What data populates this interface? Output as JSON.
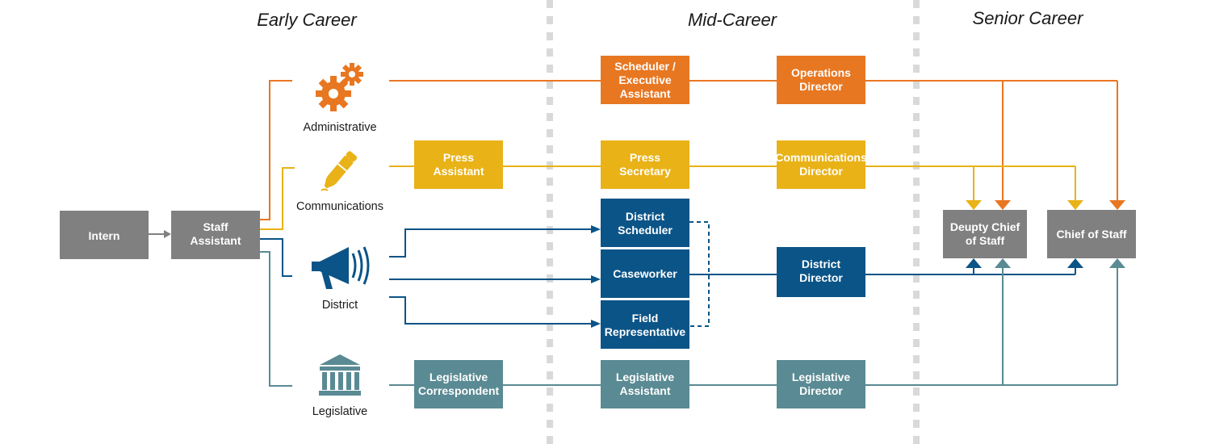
{
  "phases": {
    "early": "Early Career",
    "mid": "Mid-Career",
    "senior": "Senior Career"
  },
  "colors": {
    "administrative": "#E87722",
    "communications": "#E9B217",
    "district": "#0B5487",
    "legislative": "#5A8A93",
    "neutral": "#808080",
    "divider": "#D9D9D9"
  },
  "categories": {
    "administrative": {
      "label": "Administrative",
      "icon": "gears-icon"
    },
    "communications": {
      "label": "Communications",
      "icon": "pen-icon"
    },
    "district": {
      "label": "District",
      "icon": "megaphone-icon"
    },
    "legislative": {
      "label": "Legislative",
      "icon": "capitol-building-icon"
    }
  },
  "boxes": {
    "intern": [
      "Intern"
    ],
    "staff_assistant": [
      "Staff",
      "Assistant"
    ],
    "scheduler_exec": [
      "Scheduler /",
      "Executive",
      "Assistant"
    ],
    "operations_director": [
      "Operations",
      "Director"
    ],
    "press_assistant": [
      "Press",
      "Assistant"
    ],
    "press_secretary": [
      "Press",
      "Secretary"
    ],
    "communications_director": [
      "Communications",
      "Director"
    ],
    "district_scheduler": [
      "District",
      "Scheduler"
    ],
    "caseworker": [
      "Caseworker"
    ],
    "field_representative": [
      "Field",
      "Representative"
    ],
    "district_director": [
      "District",
      "Director"
    ],
    "legislative_correspondent": [
      "Legislative",
      "Correspondent"
    ],
    "legislative_assistant": [
      "Legislative",
      "Assistant"
    ],
    "legislative_director": [
      "Legislative",
      "Director"
    ],
    "deputy_chief": [
      "Deupty Chief",
      "of Staff"
    ],
    "chief_of_staff": [
      "Chief of Staff"
    ]
  }
}
